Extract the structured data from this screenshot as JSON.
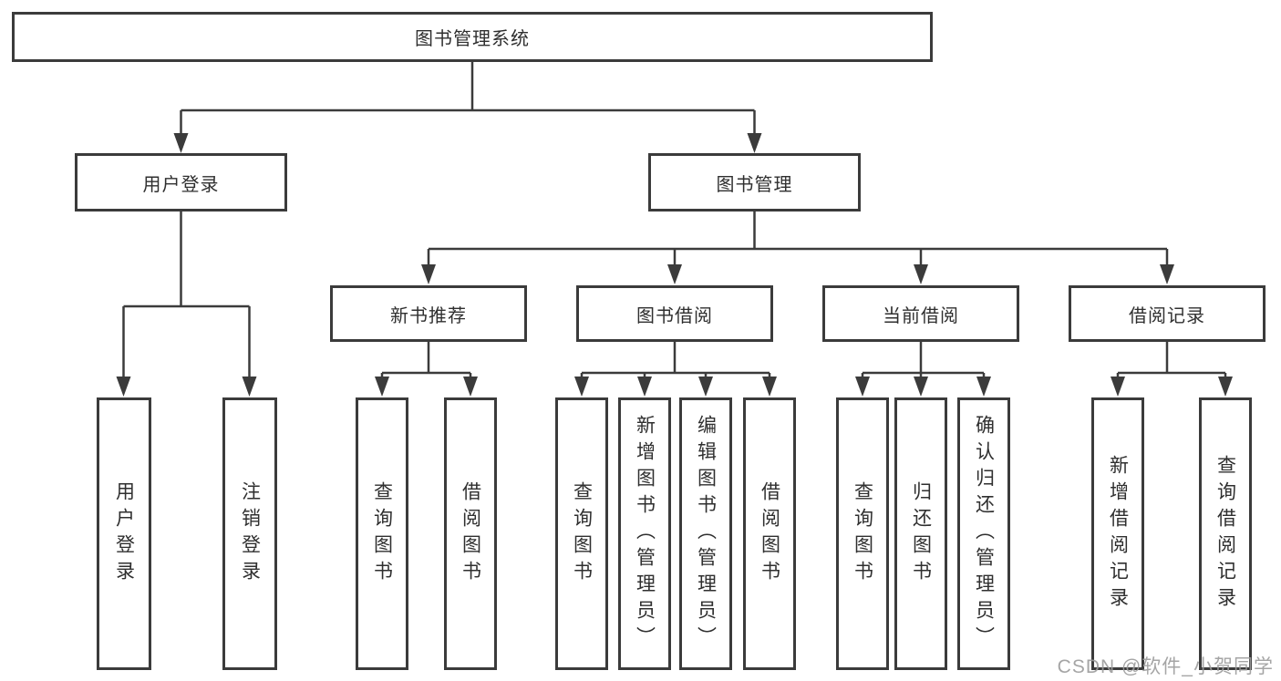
{
  "tree": {
    "root": {
      "label": "图书管理系统"
    },
    "branches": [
      {
        "label": "用户登录",
        "children": [
          {
            "label": "用户登录"
          },
          {
            "label": "注销登录"
          }
        ]
      },
      {
        "label": "图书管理",
        "children": [
          {
            "label": "新书推荐",
            "children": [
              {
                "label": "查询图书"
              },
              {
                "label": "借阅图书"
              }
            ]
          },
          {
            "label": "图书借阅",
            "children": [
              {
                "label": "查询图书"
              },
              {
                "label": "新增图书（管理员）"
              },
              {
                "label": "编辑图书（管理员）"
              },
              {
                "label": "借阅图书"
              }
            ]
          },
          {
            "label": "当前借阅",
            "children": [
              {
                "label": "查询图书"
              },
              {
                "label": "归还图书"
              },
              {
                "label": "确认归还（管理员）"
              }
            ]
          },
          {
            "label": "借阅记录",
            "children": [
              {
                "label": "新增借阅记录"
              },
              {
                "label": "查询借阅记录"
              }
            ]
          }
        ]
      }
    ]
  },
  "watermark": "CSDN @软件_小贺同学",
  "colors": {
    "line": "#3b3b3b",
    "box_background": "#ffffff",
    "text": "#2f2f2f",
    "watermark": "#9b9b9b"
  }
}
